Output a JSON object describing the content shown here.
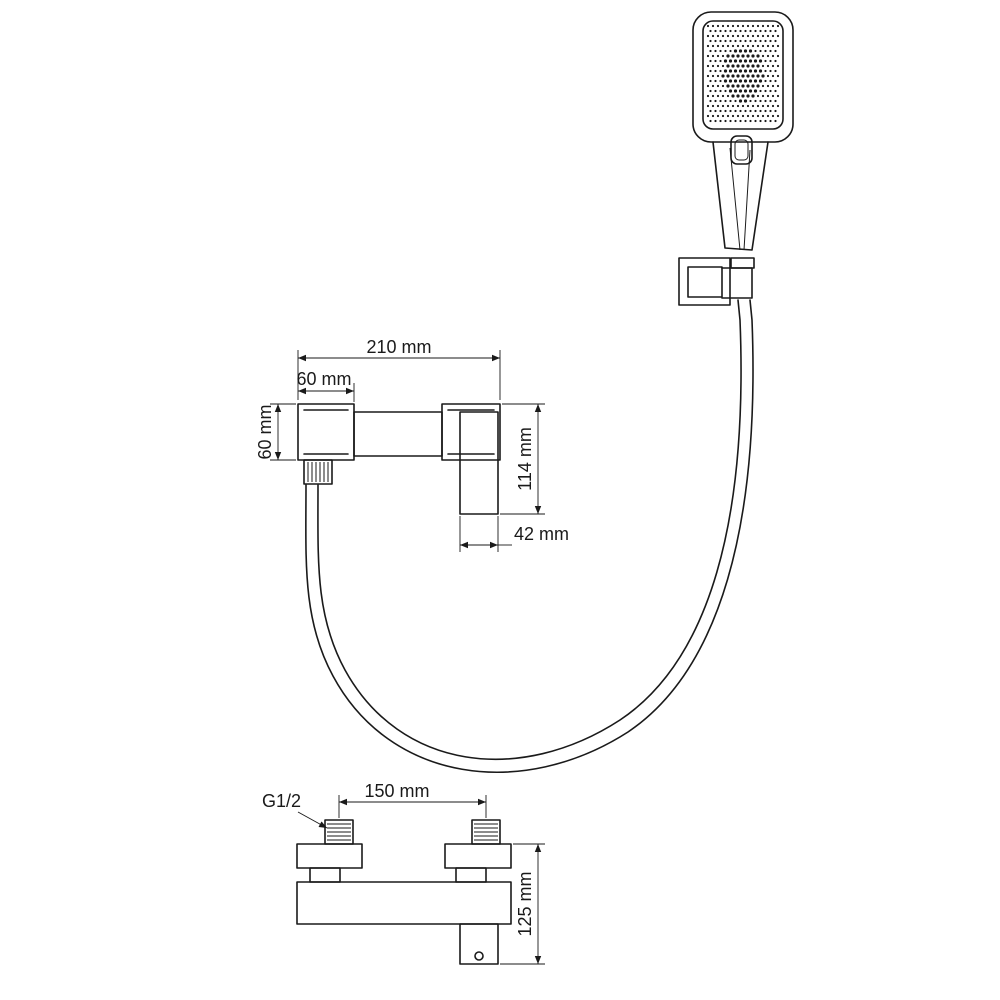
{
  "dimensions": {
    "width_210": "210 mm",
    "width_60": "60 mm",
    "height_60": "60 mm",
    "height_114": "114 mm",
    "depth_42": "42 mm",
    "spacing_150": "150 mm",
    "height_125": "125 mm",
    "thread": "G1/2"
  },
  "colors": {
    "line": "#1a1a1a",
    "background": "#ffffff"
  }
}
